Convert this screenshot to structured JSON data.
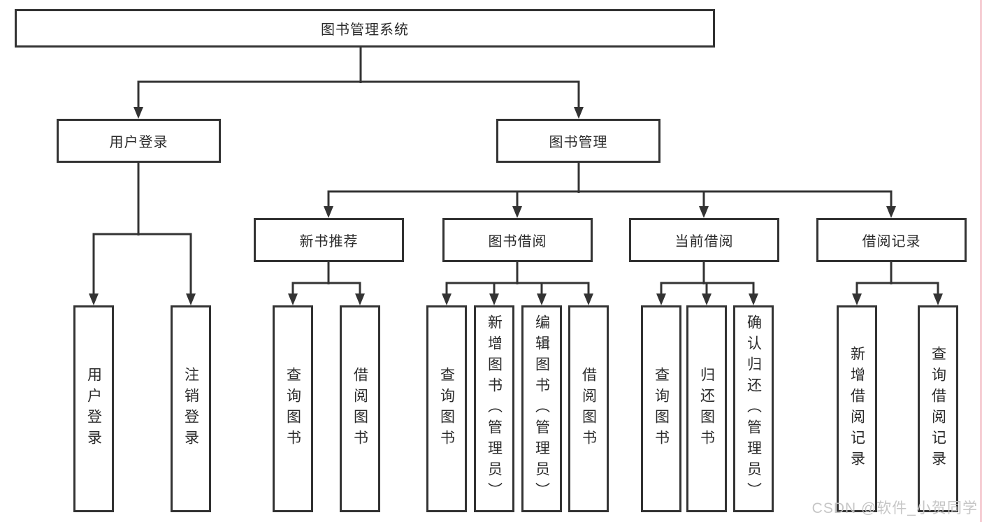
{
  "diagram_title": "图书管理系统",
  "tree": {
    "root": {
      "label": "图书管理系统"
    },
    "branches": [
      {
        "label": "用户登录",
        "children": [
          {
            "label": "用户登录"
          },
          {
            "label": "注销登录"
          }
        ]
      },
      {
        "label": "图书管理",
        "children": [
          {
            "label": "新书推荐",
            "children": [
              {
                "label": "查询图书"
              },
              {
                "label": "借阅图书"
              }
            ]
          },
          {
            "label": "图书借阅",
            "children": [
              {
                "label": "查询图书"
              },
              {
                "label": "新增图书（管理员）"
              },
              {
                "label": "编辑图书（管理员）"
              },
              {
                "label": "借阅图书"
              }
            ]
          },
          {
            "label": "当前借阅",
            "children": [
              {
                "label": "查询图书"
              },
              {
                "label": "归还图书"
              },
              {
                "label": "确认归还（管理员）"
              }
            ]
          },
          {
            "label": "借阅记录",
            "children": [
              {
                "label": "新增借阅记录"
              },
              {
                "label": "查询借阅记录"
              }
            ]
          }
        ]
      }
    ]
  },
  "watermark": {
    "text": "CSDN @软件_小贺同学"
  },
  "colors": {
    "line": "#333333",
    "text": "#2b2b2b",
    "box_fill": "#ffffff",
    "background": "#ffffff",
    "watermark": "#c3c3c3",
    "edge_strip": "#eea4ae"
  }
}
